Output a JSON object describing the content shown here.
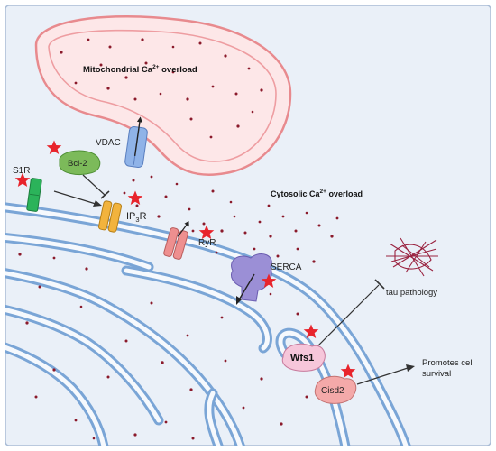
{
  "colors": {
    "frame_border": "#a9bcd6",
    "background": "#eaf0f8",
    "er_membrane": "#7aa5d6",
    "er_lumen": "#f6f9fd",
    "mito_fill": "#fde7e8",
    "mito_stroke": "#e88a8e",
    "calcium_dot": "#8b1a2b",
    "star": "#e8242c",
    "s1r": "#2bb35a",
    "bcl2": "#7cba5a",
    "vdac": "#8fb3e8",
    "ip3r": "#f2b33d",
    "ryr": "#ee8f8f",
    "serca": "#9b8fd6",
    "wfs1": "#f6c6da",
    "cisd2": "#f4a9a9",
    "tau": "#9a2340"
  },
  "labels": {
    "mito_overload_main": "Mitochondrial Ca",
    "mito_overload_sup": "2+",
    "mito_overload_tail": " overload",
    "cyto_overload_main": "Cytosolic Ca",
    "cyto_overload_sup": "2+",
    "cyto_overload_tail": " overload",
    "vdac": "VDAC",
    "bcl2": "Bcl-2",
    "s1r": "S1R",
    "ip3r_main": "IP",
    "ip3r_sub": "3",
    "ip3r_tail": "R",
    "ryr": "RyR",
    "serca": "SERCA",
    "tau": "tau pathology",
    "wfs1": "Wfs1",
    "cisd2": "Cisd2",
    "survival_line1": "Promotes cell",
    "survival_line2": "survival"
  },
  "icons": [
    "star-icon",
    "calcium-ion-icon",
    "tau-tangle-icon",
    "inhibition-arrow-icon",
    "activation-arrow-icon"
  ]
}
